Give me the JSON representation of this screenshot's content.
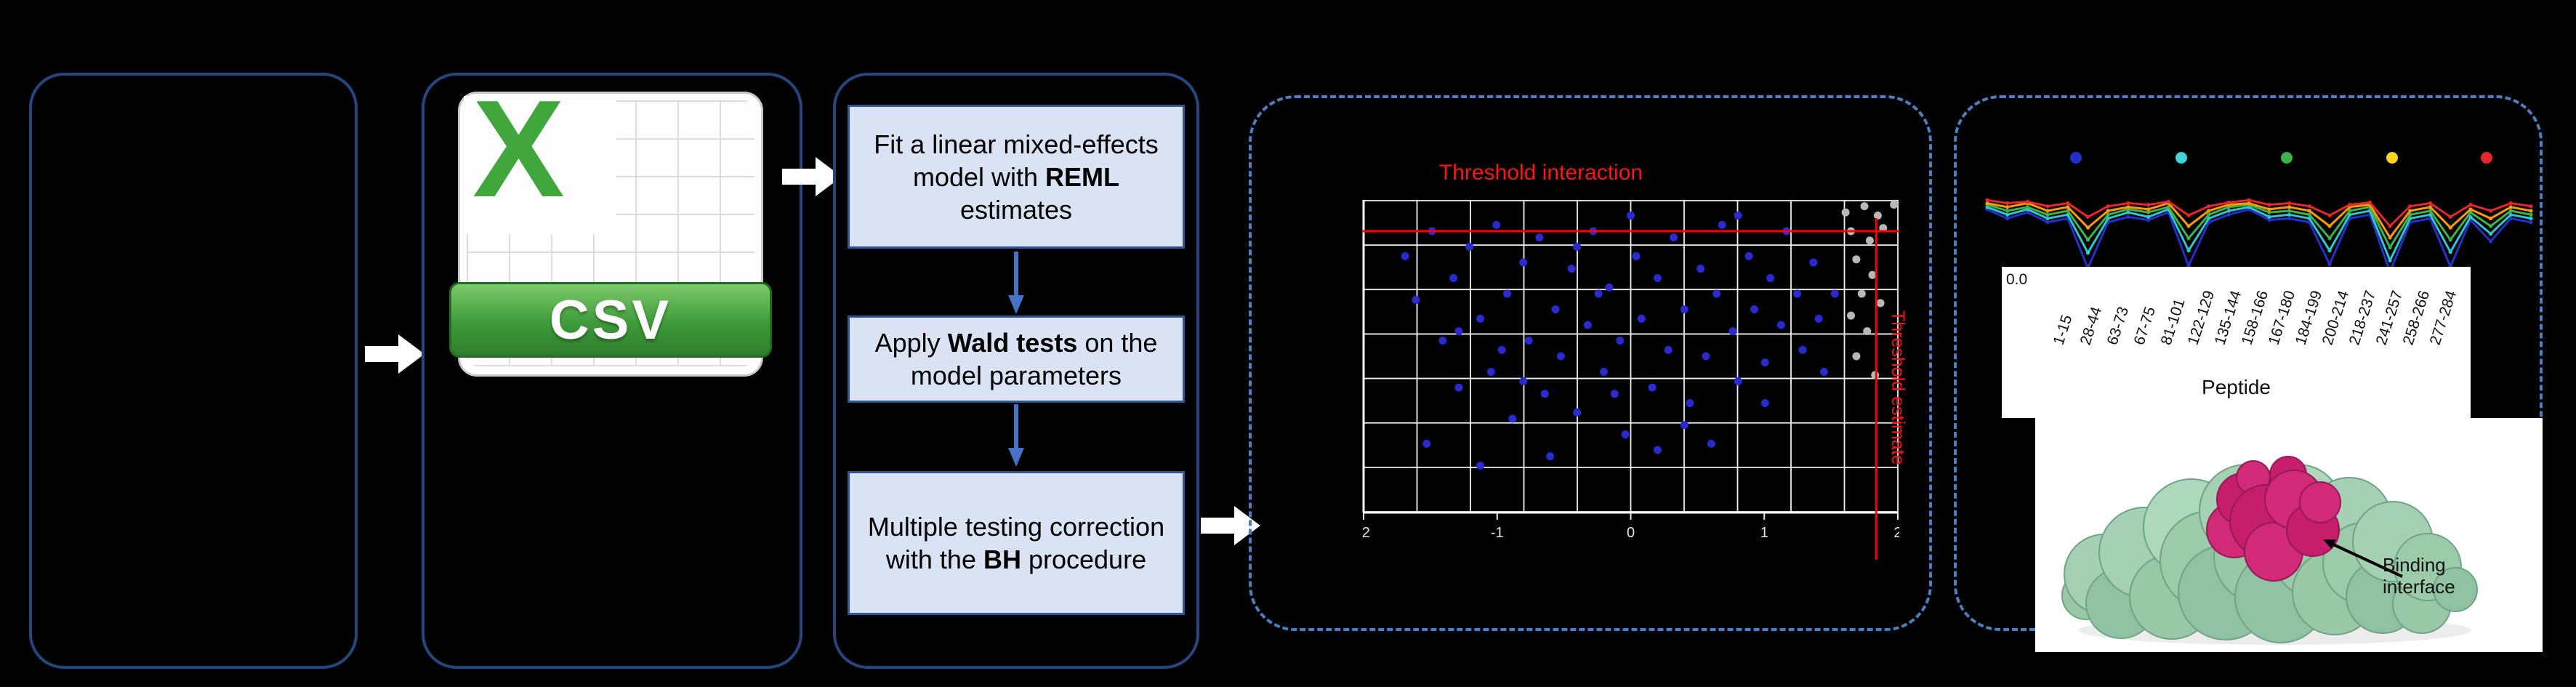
{
  "panels": {
    "input_box": {},
    "csv_box": {
      "icon_letter": "X",
      "icon_label": "CSV"
    },
    "model_box": {
      "steps": [
        {
          "pre": "Fit a linear mixed-effects model with ",
          "bold": "REML",
          "post": " estimates"
        },
        {
          "pre": "Apply ",
          "bold": "Wald tests",
          "post": " on the model parameters"
        },
        {
          "pre": "Multiple testing correction with the ",
          "bold": "BH",
          "post": " procedure"
        }
      ]
    }
  },
  "chart_data": [
    {
      "type": "scatter",
      "title": "Threshold interaction",
      "threshold_estimate_label": "Threshold estimate",
      "x_ticks": [
        "-2",
        "-1",
        "0",
        "1",
        "2"
      ],
      "grid": {
        "cols": 10,
        "rows": 7
      },
      "thresholds": {
        "h_y": 0.1,
        "v_x": 0.957
      },
      "colors": {
        "grid": "#ffffff",
        "threshold": "#ff0000"
      },
      "series": [
        {
          "name": "series-blue",
          "color": "#2a2ad1",
          "points": [
            [
              0.08,
              0.18
            ],
            [
              0.1,
              0.32
            ],
            [
              0.13,
              0.1
            ],
            [
              0.15,
              0.45
            ],
            [
              0.17,
              0.25
            ],
            [
              0.18,
              0.6
            ],
            [
              0.2,
              0.15
            ],
            [
              0.22,
              0.38
            ],
            [
              0.24,
              0.55
            ],
            [
              0.25,
              0.08
            ],
            [
              0.27,
              0.3
            ],
            [
              0.28,
              0.7
            ],
            [
              0.3,
              0.2
            ],
            [
              0.31,
              0.45
            ],
            [
              0.33,
              0.12
            ],
            [
              0.34,
              0.62
            ],
            [
              0.36,
              0.35
            ],
            [
              0.37,
              0.5
            ],
            [
              0.39,
              0.22
            ],
            [
              0.4,
              0.68
            ],
            [
              0.42,
              0.4
            ],
            [
              0.43,
              0.1
            ],
            [
              0.45,
              0.55
            ],
            [
              0.46,
              0.28
            ],
            [
              0.48,
              0.45
            ],
            [
              0.49,
              0.75
            ],
            [
              0.51,
              0.18
            ],
            [
              0.52,
              0.38
            ],
            [
              0.54,
              0.6
            ],
            [
              0.55,
              0.25
            ],
            [
              0.57,
              0.48
            ],
            [
              0.58,
              0.12
            ],
            [
              0.6,
              0.35
            ],
            [
              0.61,
              0.65
            ],
            [
              0.63,
              0.22
            ],
            [
              0.64,
              0.5
            ],
            [
              0.66,
              0.3
            ],
            [
              0.67,
              0.08
            ],
            [
              0.69,
              0.42
            ],
            [
              0.7,
              0.58
            ],
            [
              0.72,
              0.18
            ],
            [
              0.73,
              0.35
            ],
            [
              0.75,
              0.52
            ],
            [
              0.76,
              0.25
            ],
            [
              0.78,
              0.4
            ],
            [
              0.79,
              0.1
            ],
            [
              0.81,
              0.3
            ],
            [
              0.82,
              0.48
            ],
            [
              0.84,
              0.2
            ],
            [
              0.85,
              0.38
            ],
            [
              0.12,
              0.78
            ],
            [
              0.35,
              0.82
            ],
            [
              0.55,
              0.8
            ],
            [
              0.22,
              0.85
            ],
            [
              0.65,
              0.78
            ],
            [
              0.44,
              0.3
            ],
            [
              0.5,
              0.05
            ],
            [
              0.3,
              0.58
            ],
            [
              0.7,
              0.05
            ],
            [
              0.86,
              0.55
            ],
            [
              0.4,
              0.15
            ],
            [
              0.6,
              0.72
            ],
            [
              0.18,
              0.42
            ],
            [
              0.75,
              0.65
            ],
            [
              0.88,
              0.3
            ],
            [
              0.47,
              0.62
            ],
            [
              0.26,
              0.48
            ]
          ]
        },
        {
          "name": "series-gray",
          "color": "#b8b8b8",
          "points": [
            [
              0.9,
              0.04
            ],
            [
              0.935,
              0.02
            ],
            [
              0.96,
              0.05
            ],
            [
              0.91,
              0.1
            ],
            [
              0.945,
              0.13
            ],
            [
              0.92,
              0.19
            ],
            [
              0.95,
              0.24
            ],
            [
              0.93,
              0.3
            ],
            [
              0.91,
              0.37
            ],
            [
              0.94,
              0.42
            ],
            [
              0.92,
              0.5
            ],
            [
              0.955,
              0.56
            ],
            [
              0.97,
              0.09
            ],
            [
              0.965,
              0.33
            ],
            [
              0.99,
              0.015
            ]
          ]
        }
      ]
    },
    {
      "type": "line",
      "y_tick": "0.0",
      "x_label": "Peptide",
      "legend_dot_colors": [
        "#2530c8",
        "#3fd4d8",
        "#3cb44b",
        "#ffd21f",
        "#e8262d"
      ],
      "categories": [
        "1-15",
        "28-44",
        "63-73",
        "67-75",
        "81-101",
        "122-129",
        "135-144",
        "158-166",
        "167-180",
        "184-199",
        "200-214",
        "218-237",
        "241-257",
        "258-266",
        "277-284"
      ],
      "series": [
        {
          "name": "series-dark-blue",
          "color": "#2530c8",
          "values": [
            0.18,
            0.3,
            0.22,
            0.35,
            0.3,
            0.95,
            0.35,
            0.28,
            0.32,
            0.22,
            0.92,
            0.35,
            0.25,
            0.18,
            0.32,
            0.3,
            0.35,
            0.9,
            0.3,
            0.25,
            1.0,
            0.35,
            0.3,
            0.93,
            0.32,
            0.6,
            0.3,
            0.35
          ]
        },
        {
          "name": "series-cyan",
          "color": "#2fc7cd",
          "values": [
            0.15,
            0.25,
            0.18,
            0.3,
            0.25,
            0.75,
            0.3,
            0.22,
            0.28,
            0.18,
            0.72,
            0.3,
            0.2,
            0.15,
            0.28,
            0.25,
            0.3,
            0.72,
            0.25,
            0.2,
            0.85,
            0.3,
            0.25,
            0.74,
            0.28,
            0.5,
            0.25,
            0.3
          ]
        },
        {
          "name": "series-green",
          "color": "#3cb44b",
          "values": [
            0.12,
            0.2,
            0.15,
            0.25,
            0.2,
            0.58,
            0.25,
            0.18,
            0.22,
            0.15,
            0.56,
            0.25,
            0.15,
            0.12,
            0.22,
            0.2,
            0.25,
            0.56,
            0.2,
            0.15,
            0.68,
            0.25,
            0.2,
            0.58,
            0.22,
            0.4,
            0.2,
            0.25
          ]
        },
        {
          "name": "series-orange",
          "color": "#ff9a00",
          "values": [
            0.1,
            0.15,
            0.1,
            0.2,
            0.15,
            0.42,
            0.2,
            0.15,
            0.18,
            0.1,
            0.4,
            0.2,
            0.12,
            0.1,
            0.18,
            0.15,
            0.2,
            0.4,
            0.15,
            0.12,
            0.55,
            0.2,
            0.15,
            0.42,
            0.18,
            0.3,
            0.15,
            0.2
          ]
        },
        {
          "name": "series-red",
          "color": "#e8262d",
          "values": [
            0.06,
            0.1,
            0.08,
            0.14,
            0.1,
            0.28,
            0.14,
            0.1,
            0.12,
            0.08,
            0.26,
            0.14,
            0.09,
            0.06,
            0.12,
            0.1,
            0.14,
            0.26,
            0.12,
            0.09,
            0.4,
            0.14,
            0.1,
            0.28,
            0.12,
            0.2,
            0.1,
            0.14
          ]
        }
      ]
    }
  ],
  "protein": {
    "annotation": "Binding interface"
  }
}
